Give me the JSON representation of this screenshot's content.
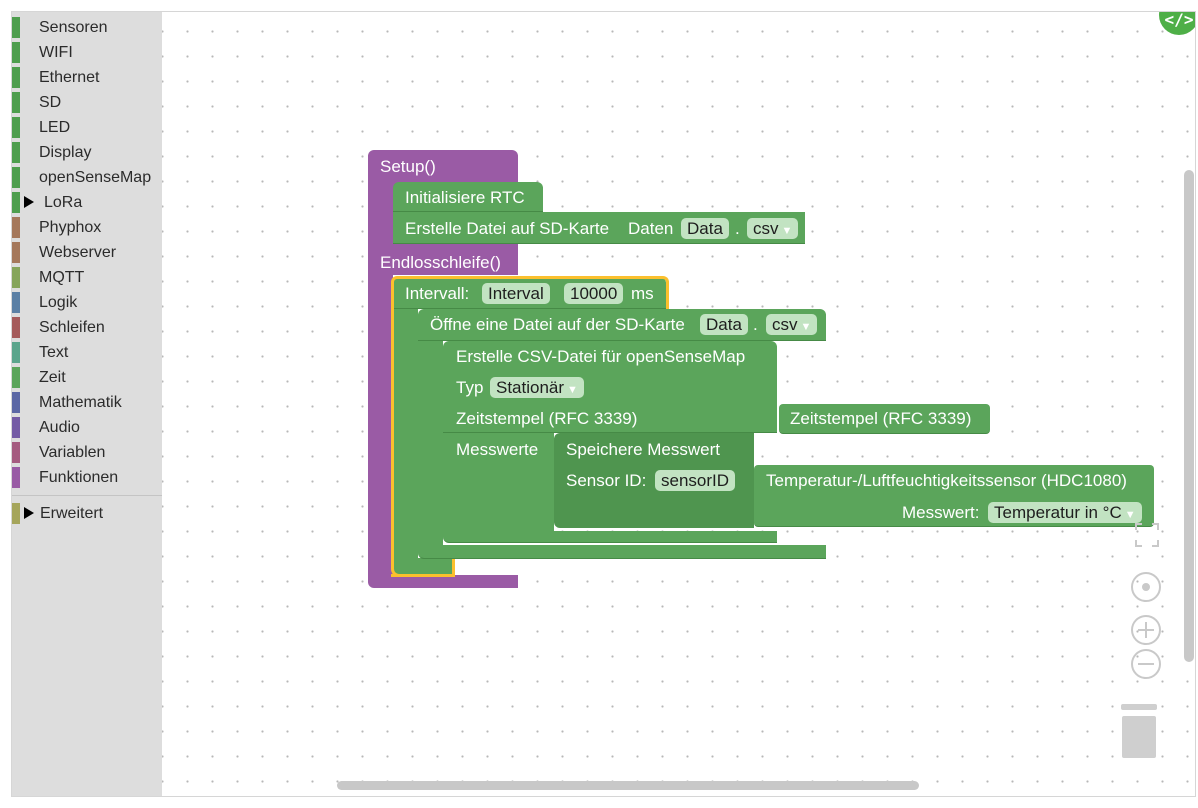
{
  "toolbox": {
    "categories": [
      {
        "label": "Sensoren",
        "color": "#4e9e4e"
      },
      {
        "label": "WIFI",
        "color": "#4e9e4e"
      },
      {
        "label": "Ethernet",
        "color": "#4e9e4e"
      },
      {
        "label": "SD",
        "color": "#4e9e4e"
      },
      {
        "label": "LED",
        "color": "#4e9e4e"
      },
      {
        "label": "Display",
        "color": "#4e9e4e"
      },
      {
        "label": "openSenseMap",
        "color": "#4e9e4e"
      },
      {
        "label": "LoRa",
        "color": "#4e9e4e"
      },
      {
        "label": "Phyphox",
        "color": "#a5785b"
      },
      {
        "label": "Webserver",
        "color": "#a5785b"
      },
      {
        "label": "MQTT",
        "color": "#86a55b"
      },
      {
        "label": "Logik",
        "color": "#5b80a5"
      },
      {
        "label": "Schleifen",
        "color": "#a55b5b"
      },
      {
        "label": "Text",
        "color": "#5ba58c"
      },
      {
        "label": "Zeit",
        "color": "#5ba55b"
      },
      {
        "label": "Mathematik",
        "color": "#5b67a5"
      },
      {
        "label": "Audio",
        "color": "#745ba5"
      },
      {
        "label": "Variablen",
        "color": "#a55b80"
      },
      {
        "label": "Funktionen",
        "color": "#995ba5"
      }
    ],
    "advanced_label": "Erweitert",
    "advanced_color": "#a5a55b"
  },
  "blocks": {
    "setup_label": "Setup()",
    "init_rtc": "Initialisiere RTC",
    "create_file": "Erstelle Datei auf SD-Karte",
    "create_file_name_label": "Daten",
    "create_file_name": "Data",
    "dot": ".",
    "create_file_ext": "csv",
    "loop_label": "Endlosschleife()",
    "interval_label": "Intervall:",
    "interval_name": "Interval",
    "interval_value": "10000",
    "interval_unit": "ms",
    "open_file": "Öffne eine Datei auf der SD-Karte",
    "open_file_name": "Data",
    "open_file_ext": "csv",
    "csv_title": "Erstelle CSV-Datei für openSenseMap",
    "typ_label": "Typ",
    "typ_value": "Stationär",
    "timestamp_label": "Zeitstempel (RFC 3339)",
    "timestamp_block": "Zeitstempel (RFC 3339)",
    "values_label": "Messwerte",
    "store_value": "Speichere Messwert",
    "sensor_id_label": "Sensor ID:",
    "sensor_id_value": "sensorID",
    "sensor_name": "Temperatur-/Luftfeuchtigkeitssensor (HDC1080)",
    "measurement_label": "Messwert:",
    "measurement_value": "Temperatur in °C"
  },
  "dropdown_glyph": "▼",
  "code_button_label": "</>"
}
